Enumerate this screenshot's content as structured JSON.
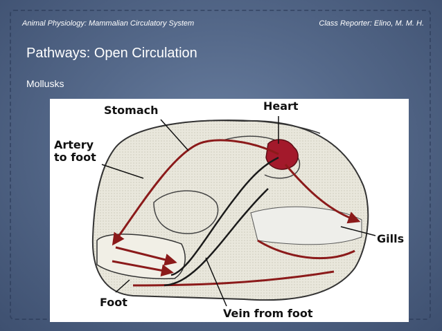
{
  "header": {
    "left_text": "Animal Physiology: Mammalian Circulatory System",
    "right_text": "Class Reporter: Elino, M. M. H."
  },
  "slide": {
    "title": "Pathways: Open Circulation",
    "subtitle": "Mollusks"
  },
  "figure": {
    "labels": {
      "stomach": "Stomach",
      "heart": "Heart",
      "artery_line1": "Artery",
      "artery_line2": "to foot",
      "gills": "Gills",
      "foot": "Foot",
      "vein": "Vein from foot"
    },
    "colors": {
      "vessel": "#8b1a1a",
      "heart": "#a3192b",
      "body": "#e8e6d9",
      "outline": "#333333"
    }
  }
}
